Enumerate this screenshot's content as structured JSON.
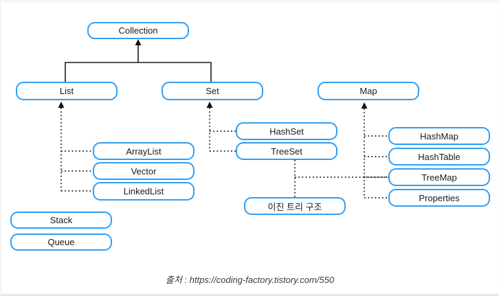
{
  "nodes": {
    "collection": "Collection",
    "list": "List",
    "set": "Set",
    "map": "Map",
    "arraylist": "ArrayList",
    "vector": "Vector",
    "linkedlist": "LinkedList",
    "hashset": "HashSet",
    "treeset": "TreeSet",
    "hashmap": "HashMap",
    "hashtable": "HashTable",
    "treemap": "TreeMap",
    "properties": "Properties",
    "binary_tree": "이진 트리 구조",
    "stack": "Stack",
    "queue": "Queue"
  },
  "edges": [
    {
      "from": "List",
      "to": "Collection",
      "line": "solid-arrow"
    },
    {
      "from": "Set",
      "to": "Collection",
      "line": "solid-arrow"
    },
    {
      "from": "ArrayList",
      "to": "List",
      "line": "dotted-arrow"
    },
    {
      "from": "Vector",
      "to": "List",
      "line": "dotted-arrow"
    },
    {
      "from": "LinkedList",
      "to": "List",
      "line": "dotted-arrow"
    },
    {
      "from": "HashSet",
      "to": "Set",
      "line": "dotted-arrow"
    },
    {
      "from": "TreeSet",
      "to": "Set",
      "line": "dotted-arrow"
    },
    {
      "from": "HashMap",
      "to": "Map",
      "line": "dotted-arrow"
    },
    {
      "from": "HashTable",
      "to": "Map",
      "line": "dotted-arrow"
    },
    {
      "from": "TreeMap",
      "to": "Map",
      "line": "dotted-arrow"
    },
    {
      "from": "Properties",
      "to": "Map",
      "line": "dotted-arrow"
    },
    {
      "from": "이진 트리 구조",
      "to": "TreeSet",
      "line": "dotted"
    },
    {
      "from": "이진 트리 구조",
      "to": "TreeMap",
      "line": "dotted"
    }
  ],
  "caption": "출처 : https://coding-factory.tistory.com/550",
  "colors": {
    "node_border": "#2e9ef4",
    "edge_line": "#1c1c1c",
    "node_text": "#1a1a1a",
    "caption_text": "#3b3b3b"
  }
}
